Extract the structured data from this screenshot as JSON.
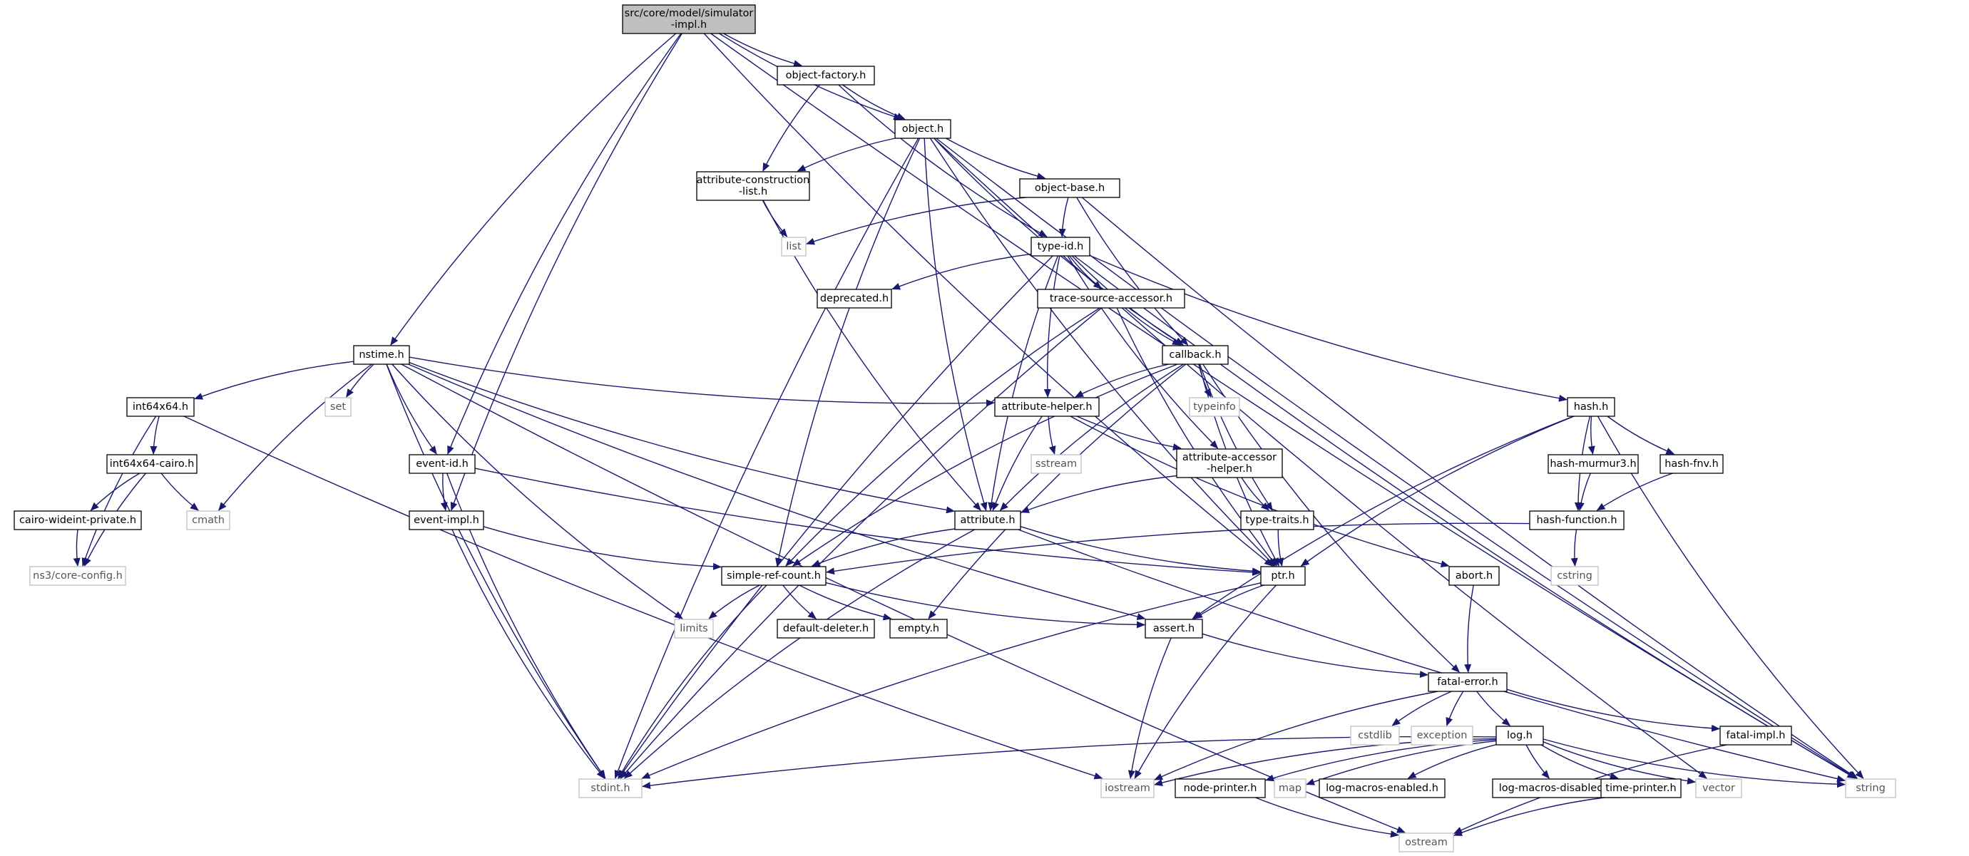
{
  "graph": {
    "root": "src/core/model/simulator-impl.h",
    "colors": {
      "edge": "#191970",
      "root_fill": "#bfbfbf",
      "node_border": "#000000",
      "external_border": "#bfbfbf",
      "text": "#000000",
      "external_text": "#555555",
      "background": "#ffffff"
    },
    "nodes": [
      {
        "id": "simulator-impl",
        "lines": [
          "src/core/model/simulator",
          "-impl.h"
        ],
        "style": "root"
      },
      {
        "id": "object-factory",
        "lines": [
          "object-factory.h"
        ],
        "style": "internal"
      },
      {
        "id": "object",
        "lines": [
          "object.h"
        ],
        "style": "internal"
      },
      {
        "id": "attr-construction",
        "lines": [
          "attribute-construction",
          "-list.h"
        ],
        "style": "internal"
      },
      {
        "id": "object-base",
        "lines": [
          "object-base.h"
        ],
        "style": "internal"
      },
      {
        "id": "list",
        "lines": [
          "list"
        ],
        "style": "external"
      },
      {
        "id": "type-id",
        "lines": [
          "type-id.h"
        ],
        "style": "internal"
      },
      {
        "id": "deprecated",
        "lines": [
          "deprecated.h"
        ],
        "style": "internal"
      },
      {
        "id": "trace-source",
        "lines": [
          "trace-source-accessor.h"
        ],
        "style": "internal"
      },
      {
        "id": "nstime",
        "lines": [
          "nstime.h"
        ],
        "style": "internal"
      },
      {
        "id": "callback",
        "lines": [
          "callback.h"
        ],
        "style": "internal"
      },
      {
        "id": "int64x64",
        "lines": [
          "int64x64.h"
        ],
        "style": "internal"
      },
      {
        "id": "set",
        "lines": [
          "set"
        ],
        "style": "external"
      },
      {
        "id": "attribute-helper",
        "lines": [
          "attribute-helper.h"
        ],
        "style": "internal"
      },
      {
        "id": "typeinfo",
        "lines": [
          "typeinfo"
        ],
        "style": "external"
      },
      {
        "id": "hash",
        "lines": [
          "hash.h"
        ],
        "style": "internal"
      },
      {
        "id": "int64x64-cairo",
        "lines": [
          "int64x64-cairo.h"
        ],
        "style": "internal"
      },
      {
        "id": "event-id",
        "lines": [
          "event-id.h"
        ],
        "style": "internal"
      },
      {
        "id": "sstream",
        "lines": [
          "sstream"
        ],
        "style": "external"
      },
      {
        "id": "attr-accessor",
        "lines": [
          "attribute-accessor",
          "-helper.h"
        ],
        "style": "internal"
      },
      {
        "id": "hash-murmur3",
        "lines": [
          "hash-murmur3.h"
        ],
        "style": "internal"
      },
      {
        "id": "hash-fnv",
        "lines": [
          "hash-fnv.h"
        ],
        "style": "internal"
      },
      {
        "id": "cairo-wideint",
        "lines": [
          "cairo-wideint-private.h"
        ],
        "style": "internal"
      },
      {
        "id": "cmath",
        "lines": [
          "cmath"
        ],
        "style": "external"
      },
      {
        "id": "event-impl",
        "lines": [
          "event-impl.h"
        ],
        "style": "internal"
      },
      {
        "id": "attribute",
        "lines": [
          "attribute.h"
        ],
        "style": "internal"
      },
      {
        "id": "type-traits",
        "lines": [
          "type-traits.h"
        ],
        "style": "internal"
      },
      {
        "id": "hash-function",
        "lines": [
          "hash-function.h"
        ],
        "style": "internal"
      },
      {
        "id": "core-config",
        "lines": [
          "ns3/core-config.h"
        ],
        "style": "external"
      },
      {
        "id": "simple-ref-count",
        "lines": [
          "simple-ref-count.h"
        ],
        "style": "internal"
      },
      {
        "id": "ptr",
        "lines": [
          "ptr.h"
        ],
        "style": "internal"
      },
      {
        "id": "abort",
        "lines": [
          "abort.h"
        ],
        "style": "internal"
      },
      {
        "id": "cstring",
        "lines": [
          "cstring"
        ],
        "style": "external"
      },
      {
        "id": "limits",
        "lines": [
          "limits"
        ],
        "style": "external"
      },
      {
        "id": "default-deleter",
        "lines": [
          "default-deleter.h"
        ],
        "style": "internal"
      },
      {
        "id": "empty",
        "lines": [
          "empty.h"
        ],
        "style": "internal"
      },
      {
        "id": "assert",
        "lines": [
          "assert.h"
        ],
        "style": "internal"
      },
      {
        "id": "fatal-error",
        "lines": [
          "fatal-error.h"
        ],
        "style": "internal"
      },
      {
        "id": "cstdlib",
        "lines": [
          "cstdlib"
        ],
        "style": "external"
      },
      {
        "id": "exception",
        "lines": [
          "exception"
        ],
        "style": "external"
      },
      {
        "id": "log",
        "lines": [
          "log.h"
        ],
        "style": "internal"
      },
      {
        "id": "fatal-impl",
        "lines": [
          "fatal-impl.h"
        ],
        "style": "internal"
      },
      {
        "id": "stdint",
        "lines": [
          "stdint.h"
        ],
        "style": "external"
      },
      {
        "id": "iostream",
        "lines": [
          "iostream"
        ],
        "style": "external"
      },
      {
        "id": "node-printer",
        "lines": [
          "node-printer.h"
        ],
        "style": "internal"
      },
      {
        "id": "map",
        "lines": [
          "map"
        ],
        "style": "external"
      },
      {
        "id": "log-macros-enabled",
        "lines": [
          "log-macros-enabled.h"
        ],
        "style": "internal"
      },
      {
        "id": "log-macros-disabled",
        "lines": [
          "log-macros-disabled.h"
        ],
        "style": "internal"
      },
      {
        "id": "time-printer",
        "lines": [
          "time-printer.h"
        ],
        "style": "internal"
      },
      {
        "id": "vector",
        "lines": [
          "vector"
        ],
        "style": "external"
      },
      {
        "id": "string",
        "lines": [
          "string"
        ],
        "style": "external"
      },
      {
        "id": "ostream",
        "lines": [
          "ostream"
        ],
        "style": "external"
      }
    ],
    "edges": [
      [
        "simulator-impl",
        "object-factory"
      ],
      [
        "simulator-impl",
        "object"
      ],
      [
        "simulator-impl",
        "nstime"
      ],
      [
        "simulator-impl",
        "event-id"
      ],
      [
        "simulator-impl",
        "event-impl"
      ],
      [
        "simulator-impl",
        "ptr"
      ],
      [
        "simulator-impl",
        "string"
      ],
      [
        "object-factory",
        "object"
      ],
      [
        "object-factory",
        "attr-construction"
      ],
      [
        "object-factory",
        "type-id"
      ],
      [
        "object",
        "attr-construction"
      ],
      [
        "object",
        "object-base"
      ],
      [
        "object",
        "callback"
      ],
      [
        "object",
        "attribute"
      ],
      [
        "object",
        "simple-ref-count"
      ],
      [
        "object",
        "ptr"
      ],
      [
        "object",
        "stdint"
      ],
      [
        "object",
        "vector"
      ],
      [
        "object",
        "string"
      ],
      [
        "attr-construction",
        "list"
      ],
      [
        "attr-construction",
        "attribute"
      ],
      [
        "object-base",
        "type-id"
      ],
      [
        "object-base",
        "callback"
      ],
      [
        "object-base",
        "list"
      ],
      [
        "object-base",
        "string"
      ],
      [
        "type-id",
        "deprecated"
      ],
      [
        "type-id",
        "trace-source"
      ],
      [
        "type-id",
        "callback"
      ],
      [
        "type-id",
        "attribute-helper"
      ],
      [
        "type-id",
        "attr-accessor"
      ],
      [
        "type-id",
        "attribute"
      ],
      [
        "type-id",
        "hash"
      ],
      [
        "type-id",
        "stdint"
      ],
      [
        "type-id",
        "string"
      ],
      [
        "trace-source",
        "callback"
      ],
      [
        "trace-source",
        "simple-ref-count"
      ],
      [
        "trace-source",
        "ptr"
      ],
      [
        "trace-source",
        "stdint"
      ],
      [
        "nstime",
        "int64x64"
      ],
      [
        "nstime",
        "set"
      ],
      [
        "nstime",
        "cmath"
      ],
      [
        "nstime",
        "event-id"
      ],
      [
        "nstime",
        "attribute-helper"
      ],
      [
        "nstime",
        "attribute"
      ],
      [
        "nstime",
        "assert"
      ],
      [
        "nstime",
        "limits"
      ],
      [
        "nstime",
        "stdint"
      ],
      [
        "nstime",
        "ostream"
      ],
      [
        "callback",
        "typeinfo"
      ],
      [
        "callback",
        "attribute-helper"
      ],
      [
        "callback",
        "attribute"
      ],
      [
        "callback",
        "simple-ref-count"
      ],
      [
        "callback",
        "type-traits"
      ],
      [
        "callback",
        "ptr"
      ],
      [
        "callback",
        "empty"
      ],
      [
        "callback",
        "fatal-error"
      ],
      [
        "int64x64",
        "int64x64-cairo"
      ],
      [
        "int64x64",
        "core-config"
      ],
      [
        "int64x64",
        "iostream"
      ],
      [
        "int64x64-cairo",
        "cairo-wideint"
      ],
      [
        "int64x64-cairo",
        "cmath"
      ],
      [
        "int64x64-cairo",
        "core-config"
      ],
      [
        "cairo-wideint",
        "core-config"
      ],
      [
        "attribute-helper",
        "sstream"
      ],
      [
        "attribute-helper",
        "attr-accessor"
      ],
      [
        "attribute-helper",
        "attribute"
      ],
      [
        "attribute-helper",
        "abort"
      ],
      [
        "attr-accessor",
        "type-traits"
      ],
      [
        "attr-accessor",
        "attribute"
      ],
      [
        "hash",
        "hash-murmur3"
      ],
      [
        "hash",
        "hash-fnv"
      ],
      [
        "hash",
        "hash-function"
      ],
      [
        "hash",
        "ptr"
      ],
      [
        "hash",
        "assert"
      ],
      [
        "hash",
        "string"
      ],
      [
        "hash-murmur3",
        "hash-function"
      ],
      [
        "hash-fnv",
        "hash-function"
      ],
      [
        "hash-function",
        "cstring"
      ],
      [
        "hash-function",
        "simple-ref-count"
      ],
      [
        "event-id",
        "event-impl"
      ],
      [
        "event-id",
        "ptr"
      ],
      [
        "event-id",
        "stdint"
      ],
      [
        "event-impl",
        "simple-ref-count"
      ],
      [
        "event-impl",
        "stdint"
      ],
      [
        "attribute",
        "simple-ref-count"
      ],
      [
        "attribute",
        "ptr"
      ],
      [
        "attribute",
        "stdint"
      ],
      [
        "attribute",
        "string"
      ],
      [
        "type-traits",
        "ptr"
      ],
      [
        "simple-ref-count",
        "limits"
      ],
      [
        "simple-ref-count",
        "default-deleter"
      ],
      [
        "simple-ref-count",
        "empty"
      ],
      [
        "simple-ref-count",
        "assert"
      ],
      [
        "simple-ref-count",
        "stdint"
      ],
      [
        "ptr",
        "assert"
      ],
      [
        "ptr",
        "iostream"
      ],
      [
        "ptr",
        "stdint"
      ],
      [
        "abort",
        "fatal-error"
      ],
      [
        "assert",
        "fatal-error"
      ],
      [
        "assert",
        "iostream"
      ],
      [
        "fatal-error",
        "cstdlib"
      ],
      [
        "fatal-error",
        "exception"
      ],
      [
        "fatal-error",
        "log"
      ],
      [
        "fatal-error",
        "fatal-impl"
      ],
      [
        "fatal-error",
        "iostream"
      ],
      [
        "log",
        "stdint"
      ],
      [
        "log",
        "iostream"
      ],
      [
        "log",
        "node-printer"
      ],
      [
        "log",
        "map"
      ],
      [
        "log",
        "log-macros-enabled"
      ],
      [
        "log",
        "log-macros-disabled"
      ],
      [
        "log",
        "time-printer"
      ],
      [
        "log",
        "vector"
      ],
      [
        "log",
        "string"
      ],
      [
        "fatal-impl",
        "ostream"
      ],
      [
        "node-printer",
        "ostream"
      ],
      [
        "time-printer",
        "ostream"
      ]
    ]
  }
}
